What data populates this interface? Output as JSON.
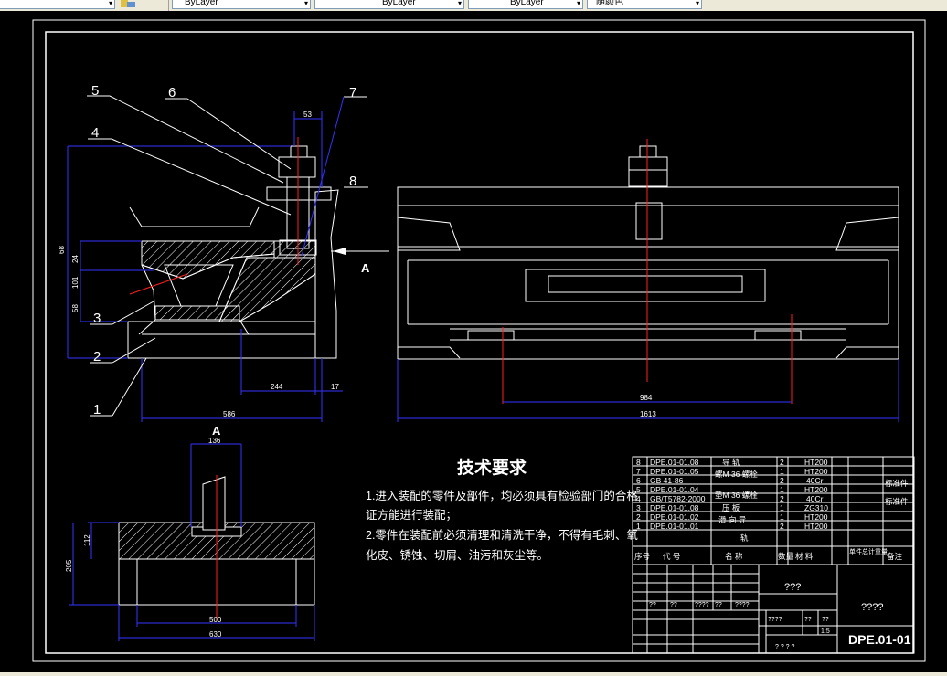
{
  "toolbar": {
    "layer_label": "ByLayer",
    "linetype_label": "ByLayer",
    "lineweight_label": "ByLayer",
    "plotstyle_label": "随颜色"
  },
  "drawing": {
    "callouts": [
      "1",
      "2",
      "3",
      "4",
      "5",
      "6",
      "7",
      "8"
    ],
    "section_marker": "A",
    "dims": {
      "d53": "53",
      "d68": "68",
      "d24": "24",
      "d101": "101",
      "d58": "58",
      "d244": "244",
      "d17": "17",
      "d586": "586",
      "d984": "984",
      "d1613": "1613",
      "d136": "136",
      "d112": "112",
      "d205": "205",
      "d500": "500",
      "d630": "630"
    },
    "colors": {
      "line": "#ffffff",
      "dim": "#3333ff",
      "center": "#ff2020"
    }
  },
  "tech": {
    "title": "技术要求",
    "line1": "1.进入装配的零件及部件，均必须具有检验部门的合格",
    "line2": "证方能进行装配；",
    "line3": "2.零件在装配前必须清理和清洗干净，不得有毛刺、氧",
    "line4": "化皮、锈蚀、切屑、油污和灰尘等。"
  },
  "bom": {
    "rows": [
      {
        "no": "8",
        "code": "DPE.01-01.08",
        "name": "导  轨",
        "qty": "2",
        "material": "HT200",
        "note": ""
      },
      {
        "no": "7",
        "code": "DPE.01-01.05",
        "name": "螺M 36 螺栓",
        "qty": "1",
        "material": "HT200",
        "note": "标准件"
      },
      {
        "no": "6",
        "code": "GB 41-86",
        "name": "",
        "qty": "2",
        "material": "40Cr",
        "note": ""
      },
      {
        "no": "5",
        "code": "DPE.01-01.04",
        "name": "垫M 36 螺栓",
        "qty": "1",
        "material": "HT200",
        "note": ""
      },
      {
        "no": "4",
        "code": "GB/T5782-2000",
        "name": "",
        "qty": "2",
        "material": "40Cr",
        "note": "标准件"
      },
      {
        "no": "3",
        "code": "DPE.01-01.08",
        "name": "压  板",
        "qty": "1",
        "material": "ZG310",
        "note": ""
      },
      {
        "no": "2",
        "code": "DPE.01-01.02",
        "name": "滑 向 导",
        "qty": "1",
        "material": "HT200",
        "note": ""
      },
      {
        "no": "1",
        "code": "DPE.01-01.01",
        "name": "轨",
        "qty": "2",
        "material": "HT200",
        "note": ""
      }
    ],
    "header": {
      "no": "序号",
      "code": "代  号",
      "name": "名  称",
      "qty": "数量",
      "material": "材  料",
      "weight": "单件总计重量",
      "note": "备注"
    }
  },
  "title_block": {
    "q1": "???",
    "q2": "????",
    "drawing_no": "DPE.01-01",
    "scale_cell": "1:5",
    "marks_row": [
      "??",
      "??",
      "????",
      "??",
      "????"
    ],
    "small1": "????",
    "small2": "??",
    "small3": "??",
    "stage": "? ? ? ?"
  }
}
